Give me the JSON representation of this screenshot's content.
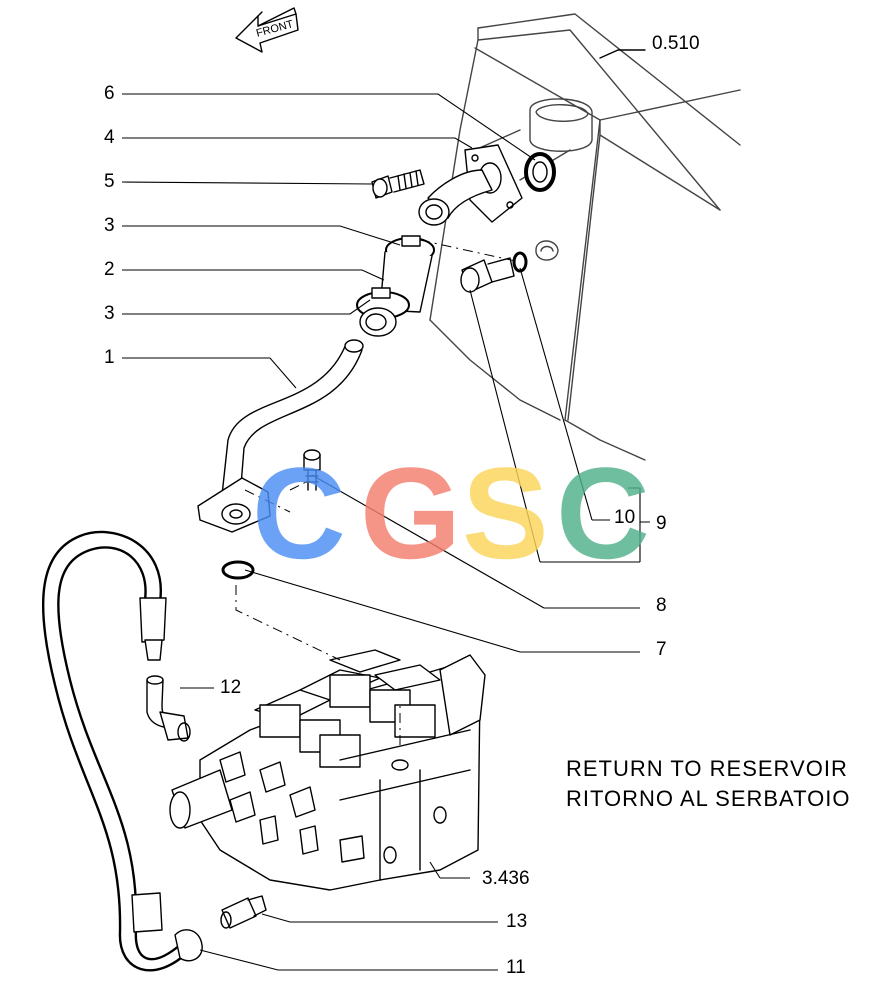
{
  "front_arrow": {
    "label": "FRONT"
  },
  "watermark": {
    "letters": [
      "C",
      "G",
      "S",
      "C"
    ],
    "colors": [
      "#4b8ef5",
      "#f47e6e",
      "#fcd55a",
      "#4fb08a"
    ]
  },
  "callouts": {
    "c6": "6",
    "c4": "4",
    "c5": "5",
    "c3a": "3",
    "c2": "2",
    "c3b": "3",
    "c1": "1",
    "c8": "8",
    "c7": "7",
    "c10": "10",
    "c9": "9",
    "c12": "12",
    "c13": "13",
    "c11": "11",
    "ref_frame": "0.510",
    "ref_valve": "3.436"
  },
  "caption": {
    "line1": "RETURN TO RESERVOIR",
    "line2": "RITORNO AL SERBATOIO"
  },
  "colors": {
    "line": "#000000",
    "frame_line": "#555555"
  }
}
